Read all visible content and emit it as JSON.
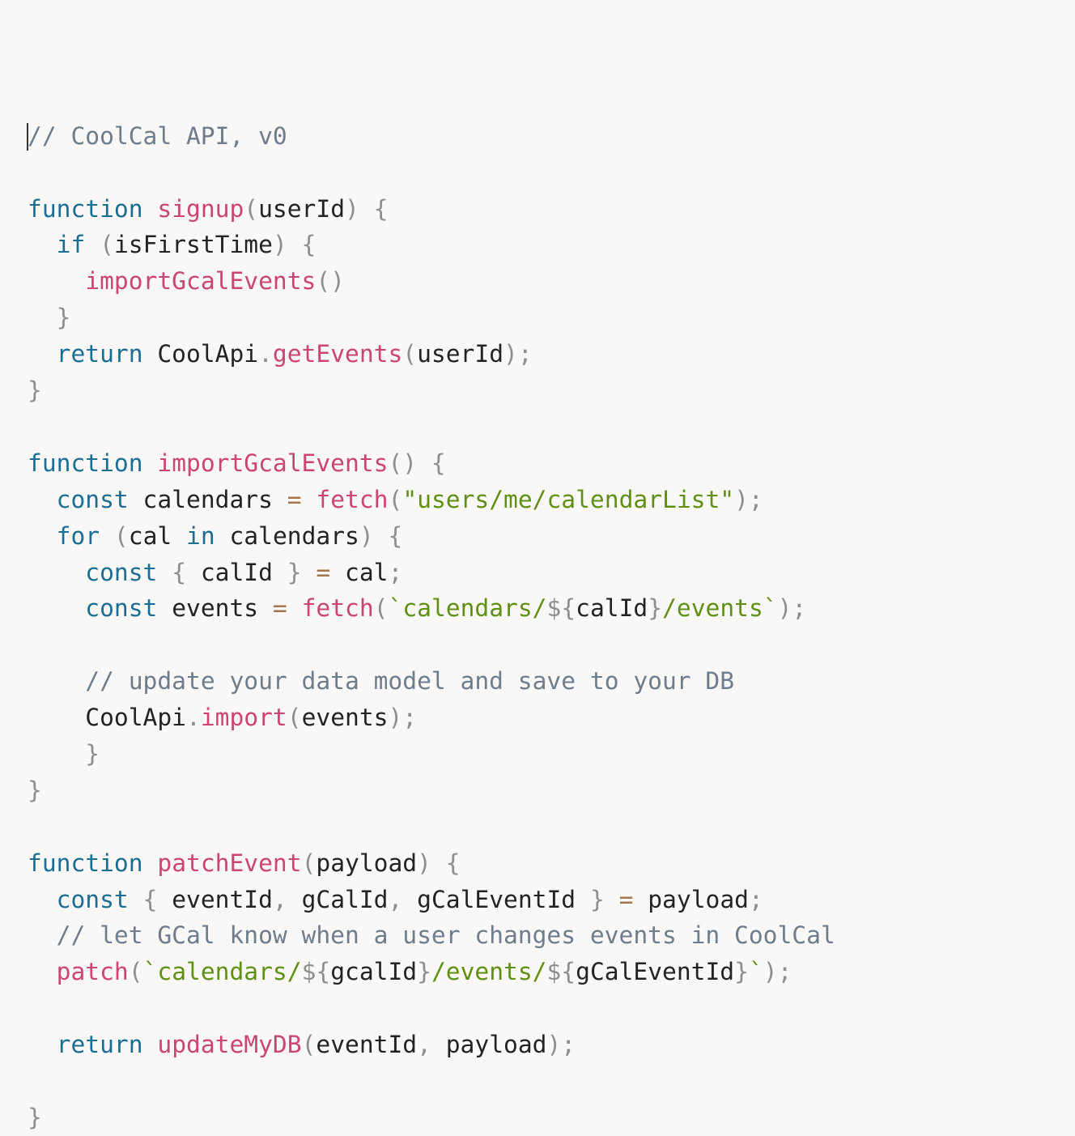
{
  "editor": {
    "colors": {
      "background": "#f9f8f7",
      "keyword": "#1a6e94",
      "function": "#cc4570",
      "punctuation": "#8e8e8e",
      "identifier": "#232323",
      "string": "#5f8f13",
      "comment": "#6e7c8c",
      "operator": "#a5764d"
    },
    "lines": [
      [
        {
          "t": "comment",
          "v": "// CoolCal API, v0"
        }
      ],
      [],
      [
        {
          "t": "keyword",
          "v": "function"
        },
        {
          "t": "ident",
          "v": " "
        },
        {
          "t": "func",
          "v": "signup"
        },
        {
          "t": "punct",
          "v": "("
        },
        {
          "t": "ident",
          "v": "userId"
        },
        {
          "t": "punct",
          "v": ")"
        },
        {
          "t": "ident",
          "v": " "
        },
        {
          "t": "punct",
          "v": "{"
        }
      ],
      [
        {
          "t": "ident",
          "v": "  "
        },
        {
          "t": "keyword",
          "v": "if"
        },
        {
          "t": "ident",
          "v": " "
        },
        {
          "t": "punct",
          "v": "("
        },
        {
          "t": "ident",
          "v": "isFirstTime"
        },
        {
          "t": "punct",
          "v": ")"
        },
        {
          "t": "ident",
          "v": " "
        },
        {
          "t": "punct",
          "v": "{"
        }
      ],
      [
        {
          "t": "ident",
          "v": "    "
        },
        {
          "t": "func",
          "v": "importGcalEvents"
        },
        {
          "t": "punct",
          "v": "()"
        }
      ],
      [
        {
          "t": "ident",
          "v": "  "
        },
        {
          "t": "punct",
          "v": "}"
        }
      ],
      [
        {
          "t": "ident",
          "v": "  "
        },
        {
          "t": "keyword",
          "v": "return"
        },
        {
          "t": "ident",
          "v": " CoolApi"
        },
        {
          "t": "punct",
          "v": "."
        },
        {
          "t": "func",
          "v": "getEvents"
        },
        {
          "t": "punct",
          "v": "("
        },
        {
          "t": "ident",
          "v": "userId"
        },
        {
          "t": "punct",
          "v": ");"
        }
      ],
      [
        {
          "t": "punct",
          "v": "}"
        }
      ],
      [],
      [
        {
          "t": "keyword",
          "v": "function"
        },
        {
          "t": "ident",
          "v": " "
        },
        {
          "t": "func",
          "v": "importGcalEvents"
        },
        {
          "t": "punct",
          "v": "()"
        },
        {
          "t": "ident",
          "v": " "
        },
        {
          "t": "punct",
          "v": "{"
        }
      ],
      [
        {
          "t": "ident",
          "v": "  "
        },
        {
          "t": "keyword",
          "v": "const"
        },
        {
          "t": "ident",
          "v": " calendars "
        },
        {
          "t": "op",
          "v": "="
        },
        {
          "t": "ident",
          "v": " "
        },
        {
          "t": "func",
          "v": "fetch"
        },
        {
          "t": "punct",
          "v": "("
        },
        {
          "t": "string",
          "v": "\"users/me/calendarList\""
        },
        {
          "t": "punct",
          "v": ");"
        }
      ],
      [
        {
          "t": "ident",
          "v": "  "
        },
        {
          "t": "keyword",
          "v": "for"
        },
        {
          "t": "ident",
          "v": " "
        },
        {
          "t": "punct",
          "v": "("
        },
        {
          "t": "ident",
          "v": "cal "
        },
        {
          "t": "keyword",
          "v": "in"
        },
        {
          "t": "ident",
          "v": " calendars"
        },
        {
          "t": "punct",
          "v": ")"
        },
        {
          "t": "ident",
          "v": " "
        },
        {
          "t": "punct",
          "v": "{"
        }
      ],
      [
        {
          "t": "ident",
          "v": "    "
        },
        {
          "t": "keyword",
          "v": "const"
        },
        {
          "t": "ident",
          "v": " "
        },
        {
          "t": "punct",
          "v": "{"
        },
        {
          "t": "ident",
          "v": " calId "
        },
        {
          "t": "punct",
          "v": "}"
        },
        {
          "t": "ident",
          "v": " "
        },
        {
          "t": "op",
          "v": "="
        },
        {
          "t": "ident",
          "v": " cal"
        },
        {
          "t": "punct",
          "v": ";"
        }
      ],
      [
        {
          "t": "ident",
          "v": "    "
        },
        {
          "t": "keyword",
          "v": "const"
        },
        {
          "t": "ident",
          "v": " events "
        },
        {
          "t": "op",
          "v": "="
        },
        {
          "t": "ident",
          "v": " "
        },
        {
          "t": "func",
          "v": "fetch"
        },
        {
          "t": "punct",
          "v": "("
        },
        {
          "t": "string",
          "v": "`calendars/"
        },
        {
          "t": "punct",
          "v": "${"
        },
        {
          "t": "ident",
          "v": "calId"
        },
        {
          "t": "punct",
          "v": "}"
        },
        {
          "t": "string",
          "v": "/events`"
        },
        {
          "t": "punct",
          "v": ");"
        }
      ],
      [],
      [
        {
          "t": "ident",
          "v": "    "
        },
        {
          "t": "comment",
          "v": "// update your data model and save to your DB"
        }
      ],
      [
        {
          "t": "ident",
          "v": "    CoolApi"
        },
        {
          "t": "punct",
          "v": "."
        },
        {
          "t": "func",
          "v": "import"
        },
        {
          "t": "punct",
          "v": "("
        },
        {
          "t": "ident",
          "v": "events"
        },
        {
          "t": "punct",
          "v": ");"
        }
      ],
      [
        {
          "t": "ident",
          "v": "    "
        },
        {
          "t": "punct",
          "v": "}"
        }
      ],
      [
        {
          "t": "punct",
          "v": "}"
        }
      ],
      [],
      [
        {
          "t": "keyword",
          "v": "function"
        },
        {
          "t": "ident",
          "v": " "
        },
        {
          "t": "func",
          "v": "patchEvent"
        },
        {
          "t": "punct",
          "v": "("
        },
        {
          "t": "ident",
          "v": "payload"
        },
        {
          "t": "punct",
          "v": ")"
        },
        {
          "t": "ident",
          "v": " "
        },
        {
          "t": "punct",
          "v": "{"
        }
      ],
      [
        {
          "t": "ident",
          "v": "  "
        },
        {
          "t": "keyword",
          "v": "const"
        },
        {
          "t": "ident",
          "v": " "
        },
        {
          "t": "punct",
          "v": "{"
        },
        {
          "t": "ident",
          "v": " eventId"
        },
        {
          "t": "punct",
          "v": ","
        },
        {
          "t": "ident",
          "v": " gCalId"
        },
        {
          "t": "punct",
          "v": ","
        },
        {
          "t": "ident",
          "v": " gCalEventId "
        },
        {
          "t": "punct",
          "v": "}"
        },
        {
          "t": "ident",
          "v": " "
        },
        {
          "t": "op",
          "v": "="
        },
        {
          "t": "ident",
          "v": " payload"
        },
        {
          "t": "punct",
          "v": ";"
        }
      ],
      [
        {
          "t": "ident",
          "v": "  "
        },
        {
          "t": "comment",
          "v": "// let GCal know when a user changes events in CoolCal"
        }
      ],
      [
        {
          "t": "ident",
          "v": "  "
        },
        {
          "t": "func",
          "v": "patch"
        },
        {
          "t": "punct",
          "v": "("
        },
        {
          "t": "string",
          "v": "`calendars/"
        },
        {
          "t": "punct",
          "v": "${"
        },
        {
          "t": "ident",
          "v": "gcalId"
        },
        {
          "t": "punct",
          "v": "}"
        },
        {
          "t": "string",
          "v": "/events/"
        },
        {
          "t": "punct",
          "v": "${"
        },
        {
          "t": "ident",
          "v": "gCalEventId"
        },
        {
          "t": "punct",
          "v": "}"
        },
        {
          "t": "string",
          "v": "`"
        },
        {
          "t": "punct",
          "v": ");"
        }
      ],
      [],
      [
        {
          "t": "ident",
          "v": "  "
        },
        {
          "t": "keyword",
          "v": "return"
        },
        {
          "t": "ident",
          "v": " "
        },
        {
          "t": "func",
          "v": "updateMyDB"
        },
        {
          "t": "punct",
          "v": "("
        },
        {
          "t": "ident",
          "v": "eventId"
        },
        {
          "t": "punct",
          "v": ","
        },
        {
          "t": "ident",
          "v": " payload"
        },
        {
          "t": "punct",
          "v": ");"
        }
      ],
      [],
      [
        {
          "t": "punct",
          "v": "}"
        }
      ]
    ]
  }
}
